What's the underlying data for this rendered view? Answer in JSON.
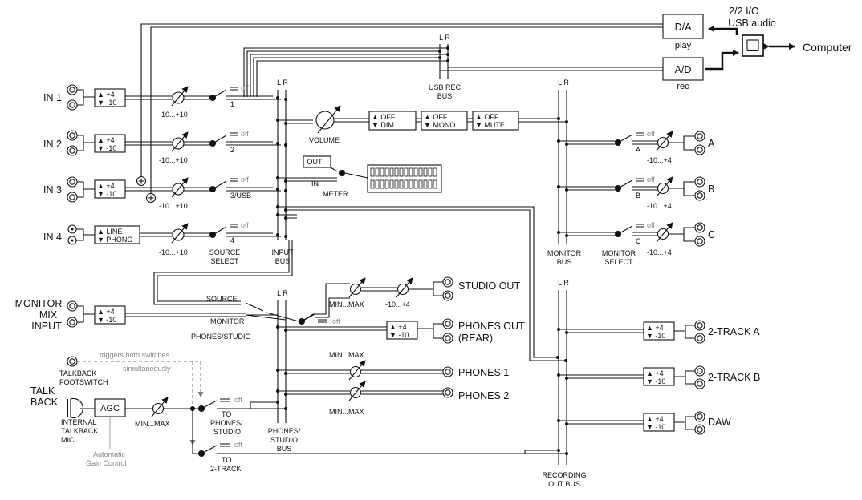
{
  "interface": {
    "line1": "2/2 I/O",
    "line2": "USB audio",
    "computer": "Computer"
  },
  "converters": {
    "da": "D/A",
    "play": "play",
    "ad": "A/D",
    "rec": "rec"
  },
  "usb_bus": {
    "lr": "L R",
    "line1": "USB REC",
    "line2": "BUS"
  },
  "inputs": [
    {
      "label": "IN 1",
      "trim_up": "▲ +4",
      "trim_dn": "▼ -10",
      "knob": "-10...+10",
      "off": "off",
      "num": "1"
    },
    {
      "label": "IN 2",
      "trim_up": "▲ +4",
      "trim_dn": "▼ -10",
      "knob": "-10...+10",
      "off": "off",
      "num": "2"
    },
    {
      "label": "IN 3",
      "trim_up": "▲ +4",
      "trim_dn": "▼ -10",
      "knob": "-10...+10",
      "off": "off",
      "num": "3/USB"
    },
    {
      "label": "IN 4",
      "trim_up": "▲ LINE",
      "trim_dn": "▼ PHONO",
      "knob": "-10...+10",
      "off": "off",
      "num": "4"
    }
  ],
  "source_select": {
    "line1": "SOURCE",
    "line2": "SELECT"
  },
  "input_bus": {
    "lr": "L R",
    "line1": "INPUT",
    "line2": "BUS"
  },
  "controls": {
    "volume": "VOLUME",
    "dim": {
      "a": "▲ OFF",
      "b": "▼ DIM"
    },
    "mono": {
      "a": "▲ OFF",
      "b": "▼ MONO"
    },
    "mute": {
      "a": "▲ OFF",
      "b": "▼ MUTE"
    }
  },
  "meter": {
    "out": "OUT",
    "in": "IN",
    "label": "METER"
  },
  "monitor_bus": {
    "lr": "L R",
    "line1": "MONITOR",
    "line2": "BUS"
  },
  "monitor_select": {
    "line1": "MONITOR",
    "line2": "SELECT"
  },
  "monitor_outs": [
    {
      "label": "A",
      "off": "off",
      "knob": "-10...+4"
    },
    {
      "label": "B",
      "off": "off",
      "knob": "-10...+4"
    },
    {
      "label": "C",
      "off": "off",
      "knob": "-10...+4"
    }
  ],
  "monitor_mix": {
    "l1": "MONITOR",
    "l2": "MIX",
    "l3": "INPUT",
    "trim_up": "▲ +4",
    "trim_dn": "▼ -10"
  },
  "phones_studio_sel": {
    "source": "SOURCE",
    "monitor": "MONITOR",
    "label": "PHONES/STUDIO",
    "off": "off"
  },
  "phones_bus": {
    "lr": "L R",
    "l1": "PHONES/",
    "l2": "STUDIO",
    "l3": "BUS"
  },
  "studio_out": {
    "label": "STUDIO OUT",
    "knob1": "MIN...MAX",
    "knob2": "-10...+4"
  },
  "phones_rear": {
    "l1": "PHONES OUT",
    "l2": "(REAR)",
    "trim_up": "▲ +4",
    "trim_dn": "▼ -10"
  },
  "phones1": {
    "label": "PHONES 1",
    "knob": "MIN...MAX"
  },
  "phones2": {
    "label": "PHONES 2",
    "knob": "MIN...MAX"
  },
  "talkback": {
    "l1": "TALK",
    "l2": "BACK",
    "mic1": "INTERNAL",
    "mic2": "TALKBACK",
    "mic3": "MIC",
    "agc": "AGC",
    "agc1": "Automatic",
    "agc2": "Gain Control",
    "knob": "MIN...MAX",
    "fs1": "TALKBACK",
    "fs2": "FOOTSWITCH",
    "trig1": "triggers both switches",
    "trig2": "simultaneously",
    "off1": "off",
    "to1": "TO",
    "to2": "PHONES/",
    "to3": "STUDIO",
    "off2": "off",
    "to4": "TO",
    "to5": "2-TRACK"
  },
  "recording_bus": {
    "lr": "L R",
    "line1": "RECORDING",
    "line2": "OUT BUS"
  },
  "rec_outs": [
    {
      "label": "2-TRACK A",
      "trim_up": "▲ +4",
      "trim_dn": "▼ -10"
    },
    {
      "label": "2-TRACK B",
      "trim_up": "▲ +4",
      "trim_dn": "▼ -10"
    },
    {
      "label": "DAW",
      "trim_up": "▲ +4",
      "trim_dn": "▼ -10"
    }
  ]
}
